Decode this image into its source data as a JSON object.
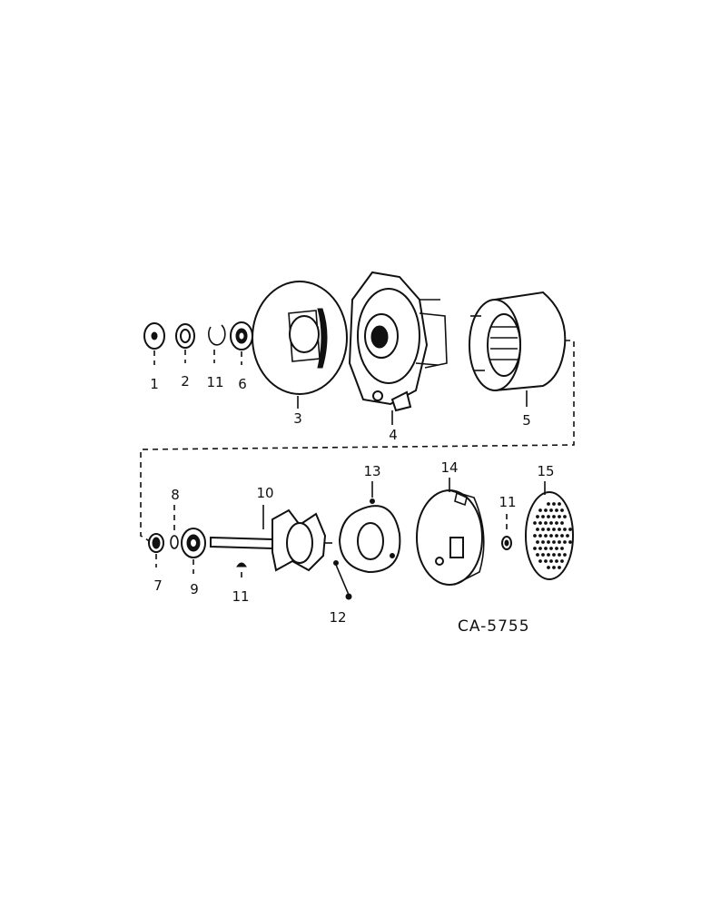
{
  "diagram": {
    "part_numbers": {
      "p1": "1",
      "p2": "2",
      "p11a": "11",
      "p6": "6",
      "p3": "3",
      "p4": "4",
      "p5": "5",
      "p13": "13",
      "p14": "14",
      "p15": "15",
      "p8": "8",
      "p10": "10",
      "p11b": "11",
      "p7": "7",
      "p9": "9",
      "p11c": "11",
      "p12": "12"
    },
    "drawing_code": "CA-5755"
  }
}
